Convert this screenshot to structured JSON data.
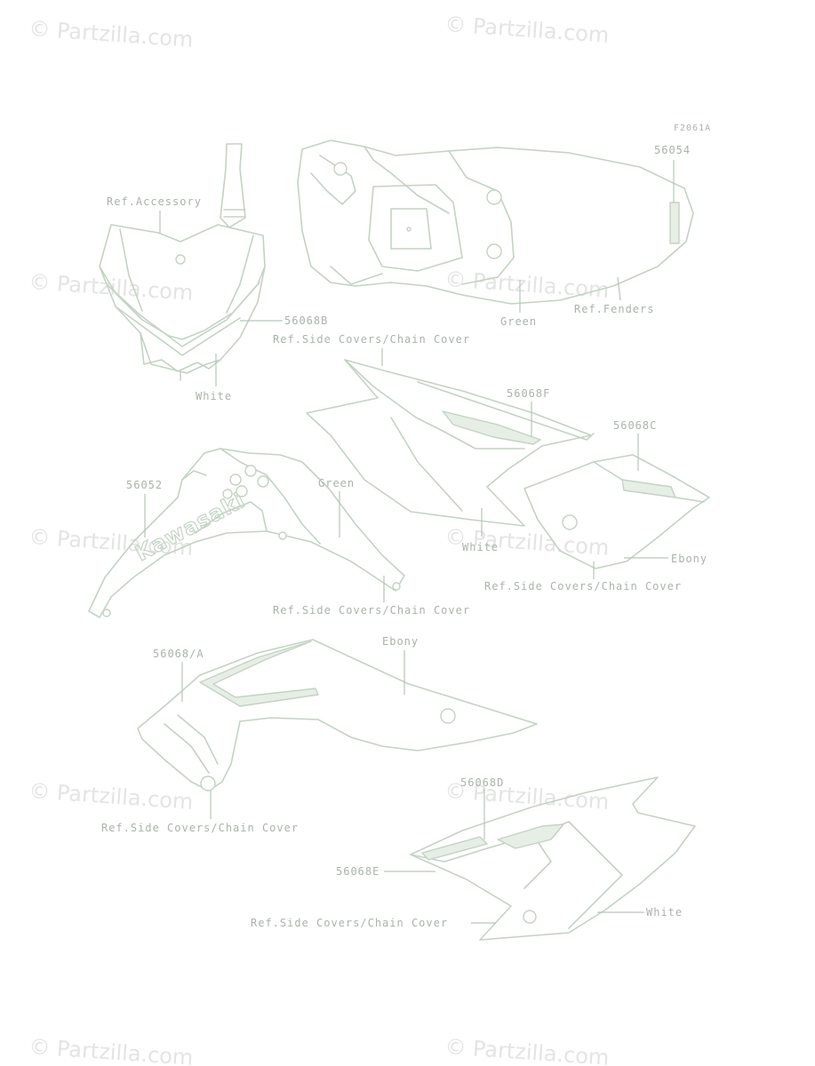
{
  "code": "F2061A",
  "watermark": "© Partzilla.com",
  "labels": {
    "p56054": "56054",
    "ref_accessory": "Ref.Accessory",
    "ref_fenders": "Ref.Fenders",
    "green_1": "Green",
    "p56068b": "56068B",
    "ref_side_1": "Ref.Side Covers/Chain Cover",
    "white_1": "White",
    "p56068f": "56068F",
    "p56068c": "56068C",
    "p56052": "56052",
    "green_2": "Green",
    "white_2": "White",
    "ebony_1": "Ebony",
    "ref_side_2": "Ref.Side Covers/Chain Cover",
    "ref_side_3": "Ref.Side Covers/Chain Cover",
    "p56068a": "56068/A",
    "ebony_2": "Ebony",
    "ref_side_4": "Ref.Side Covers/Chain Cover",
    "p56068d": "56068D",
    "p56068e": "56068E",
    "ref_side_5": "Ref.Side Covers/Chain Cover",
    "white_3": "White"
  },
  "colors": {
    "outline": "#c3d3c3",
    "label": "#a9b3a9",
    "watermark": "#e4e4e4"
  }
}
